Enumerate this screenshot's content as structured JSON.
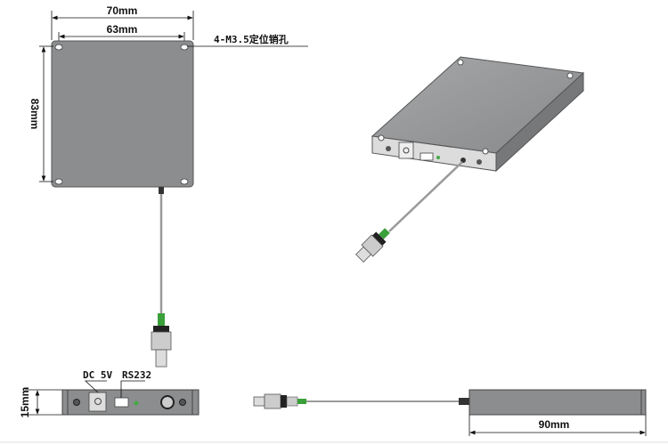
{
  "dimensions": {
    "width_outer": "70mm",
    "width_holes": "63mm",
    "height": "83mm",
    "thickness": "15mm",
    "length": "90mm"
  },
  "annotations": {
    "holes": "4-M3.5定位销孔",
    "power": "DC 5V",
    "serial": "RS232"
  },
  "colors": {
    "body": "#8b8d8f",
    "fiber_boot": "#3aa03a"
  }
}
